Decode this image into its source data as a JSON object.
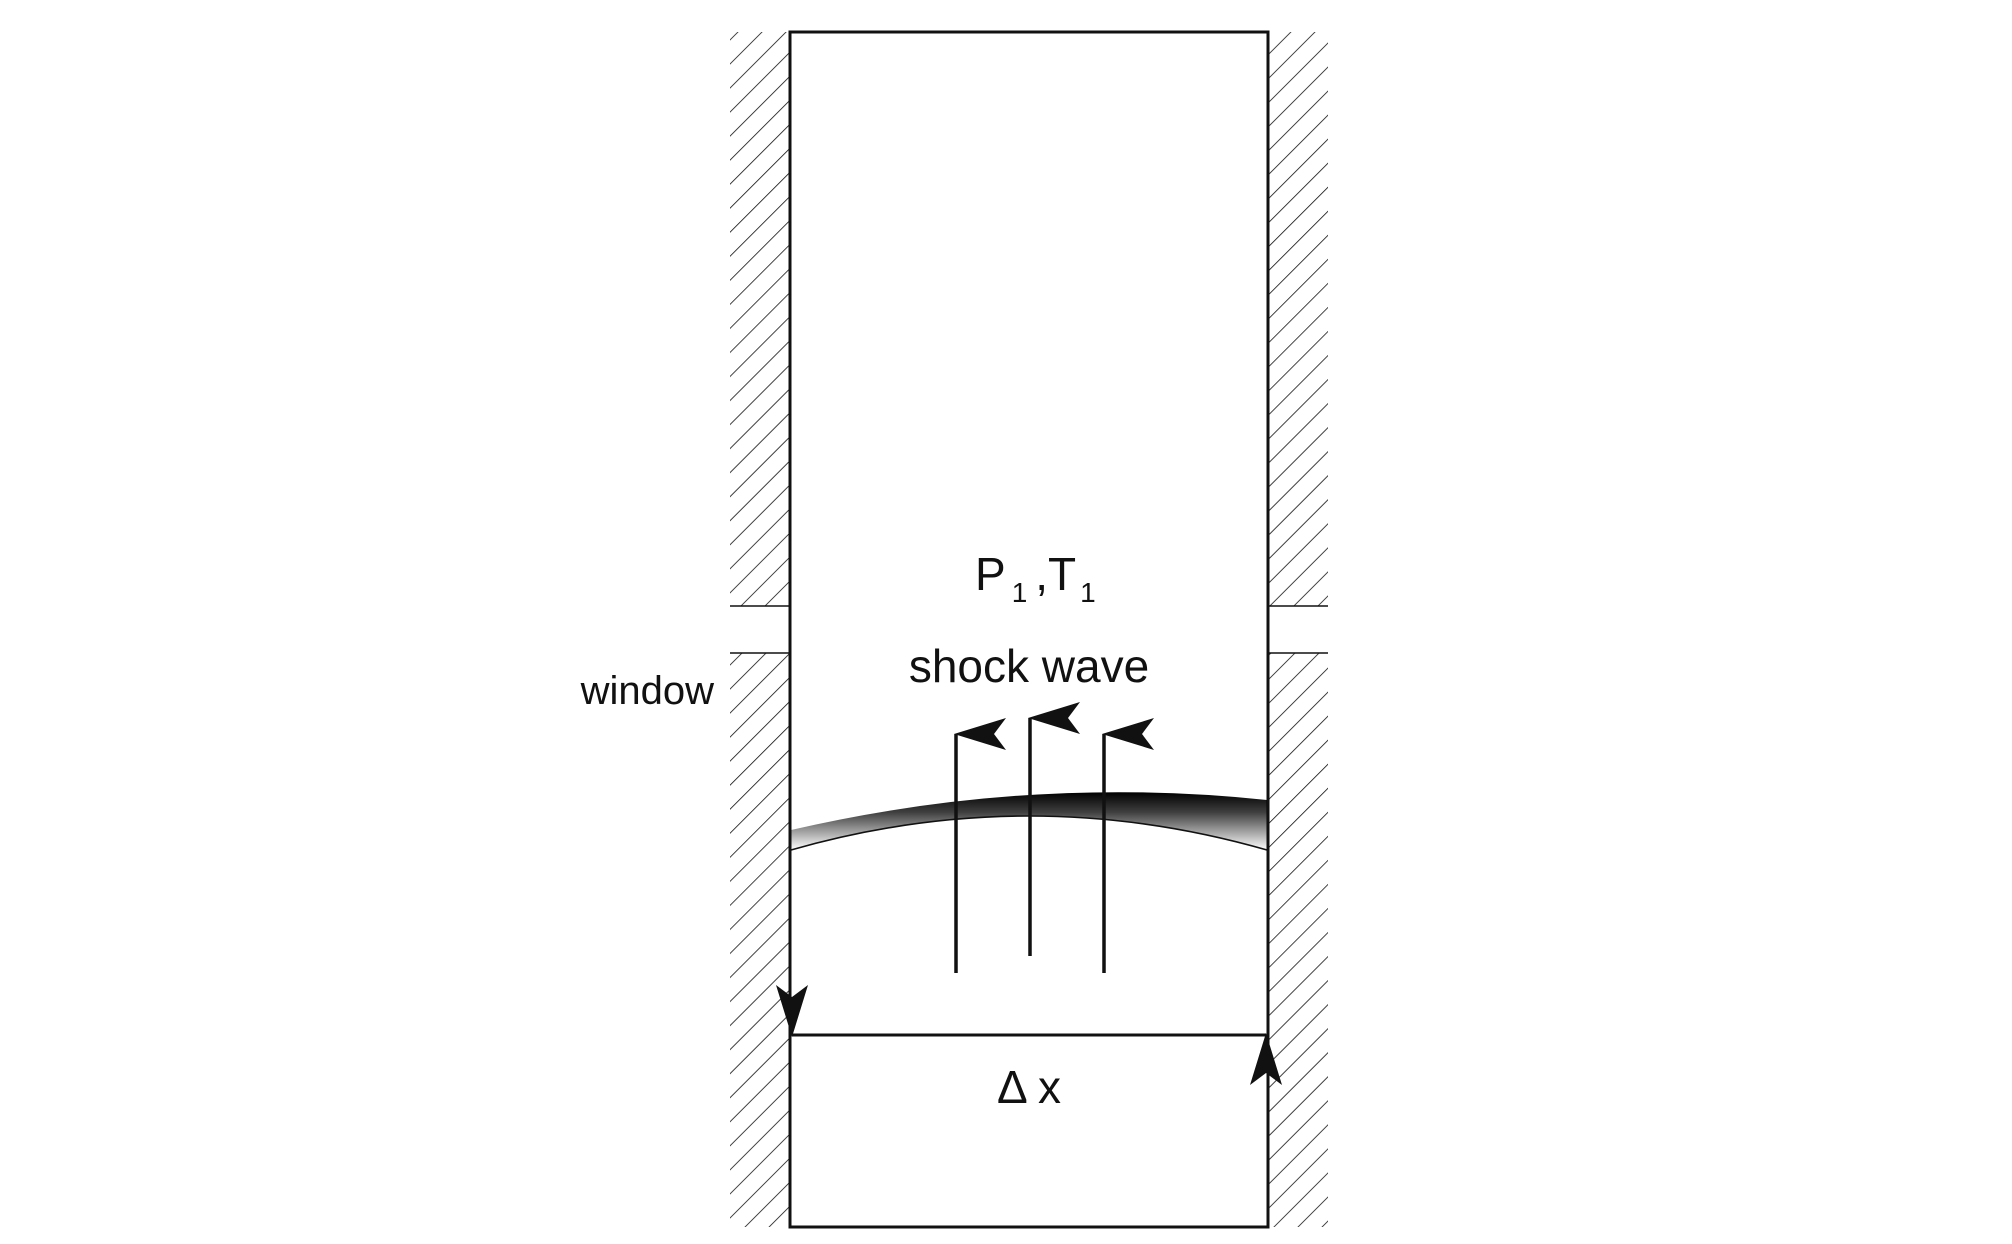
{
  "labels": {
    "pressure_symbol": "P",
    "pressure_subscript": "1",
    "separator": ",",
    "temperature_symbol": "T",
    "temperature_subscript": "1",
    "shock_wave": "shock wave",
    "window": "window",
    "delta_x": "Δ x"
  },
  "colors": {
    "stroke": "#111111",
    "background": "#ffffff"
  }
}
